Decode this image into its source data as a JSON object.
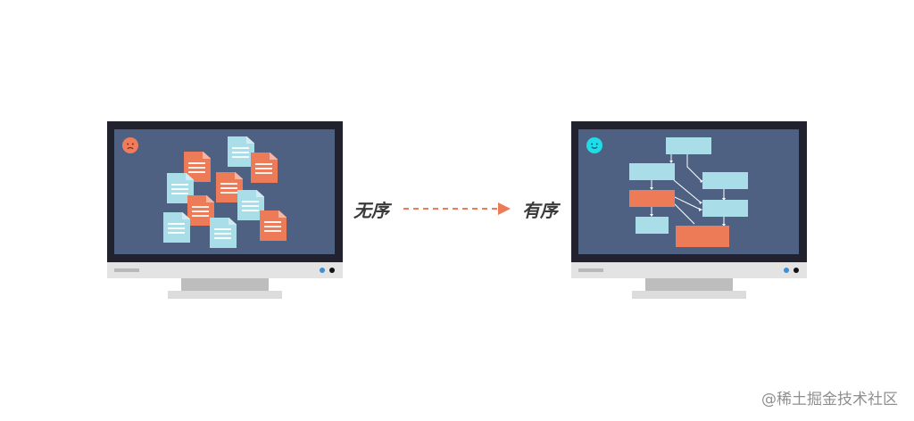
{
  "labels": {
    "disorder": "无序",
    "order": "有序"
  },
  "watermark": "@稀土掘金技术社区",
  "colors": {
    "screen": "#4e6183",
    "bezel": "#22222f",
    "accent_orange": "#ee7b58",
    "light_blue": "#a9dde8",
    "happy_face": "#20dbe8",
    "led_blue": "#3d8fd6"
  },
  "icons": {
    "left_face": "sad-face-icon",
    "right_face": "happy-face-icon",
    "documents": "document-icon",
    "arrow": "dashed-arrow-icon"
  }
}
